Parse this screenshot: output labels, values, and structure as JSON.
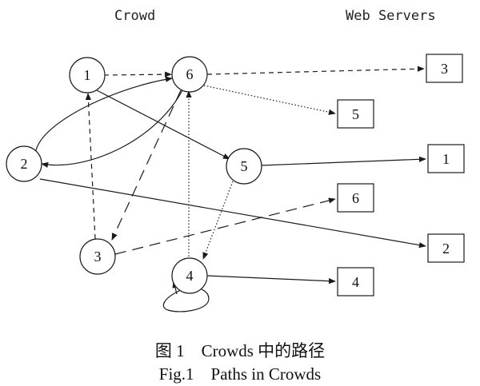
{
  "headers": {
    "crowd": "Crowd",
    "servers": "Web Servers"
  },
  "nodes": [
    {
      "id": "n1",
      "label": "1"
    },
    {
      "id": "n6",
      "label": "6"
    },
    {
      "id": "n2",
      "label": "2"
    },
    {
      "id": "n5",
      "label": "5"
    },
    {
      "id": "n3",
      "label": "3"
    },
    {
      "id": "n4",
      "label": "4"
    }
  ],
  "servers": [
    {
      "id": "s3",
      "label": "3"
    },
    {
      "id": "s5",
      "label": "5"
    },
    {
      "id": "s1",
      "label": "1"
    },
    {
      "id": "s6",
      "label": "6"
    },
    {
      "id": "s2",
      "label": "2"
    },
    {
      "id": "s4",
      "label": "4"
    }
  ],
  "caption": {
    "line1": "图 1　Crowds 中的路径",
    "line2": "Fig.1　Paths in Crowds"
  },
  "colors": {
    "ink": "#1a1a1a"
  }
}
